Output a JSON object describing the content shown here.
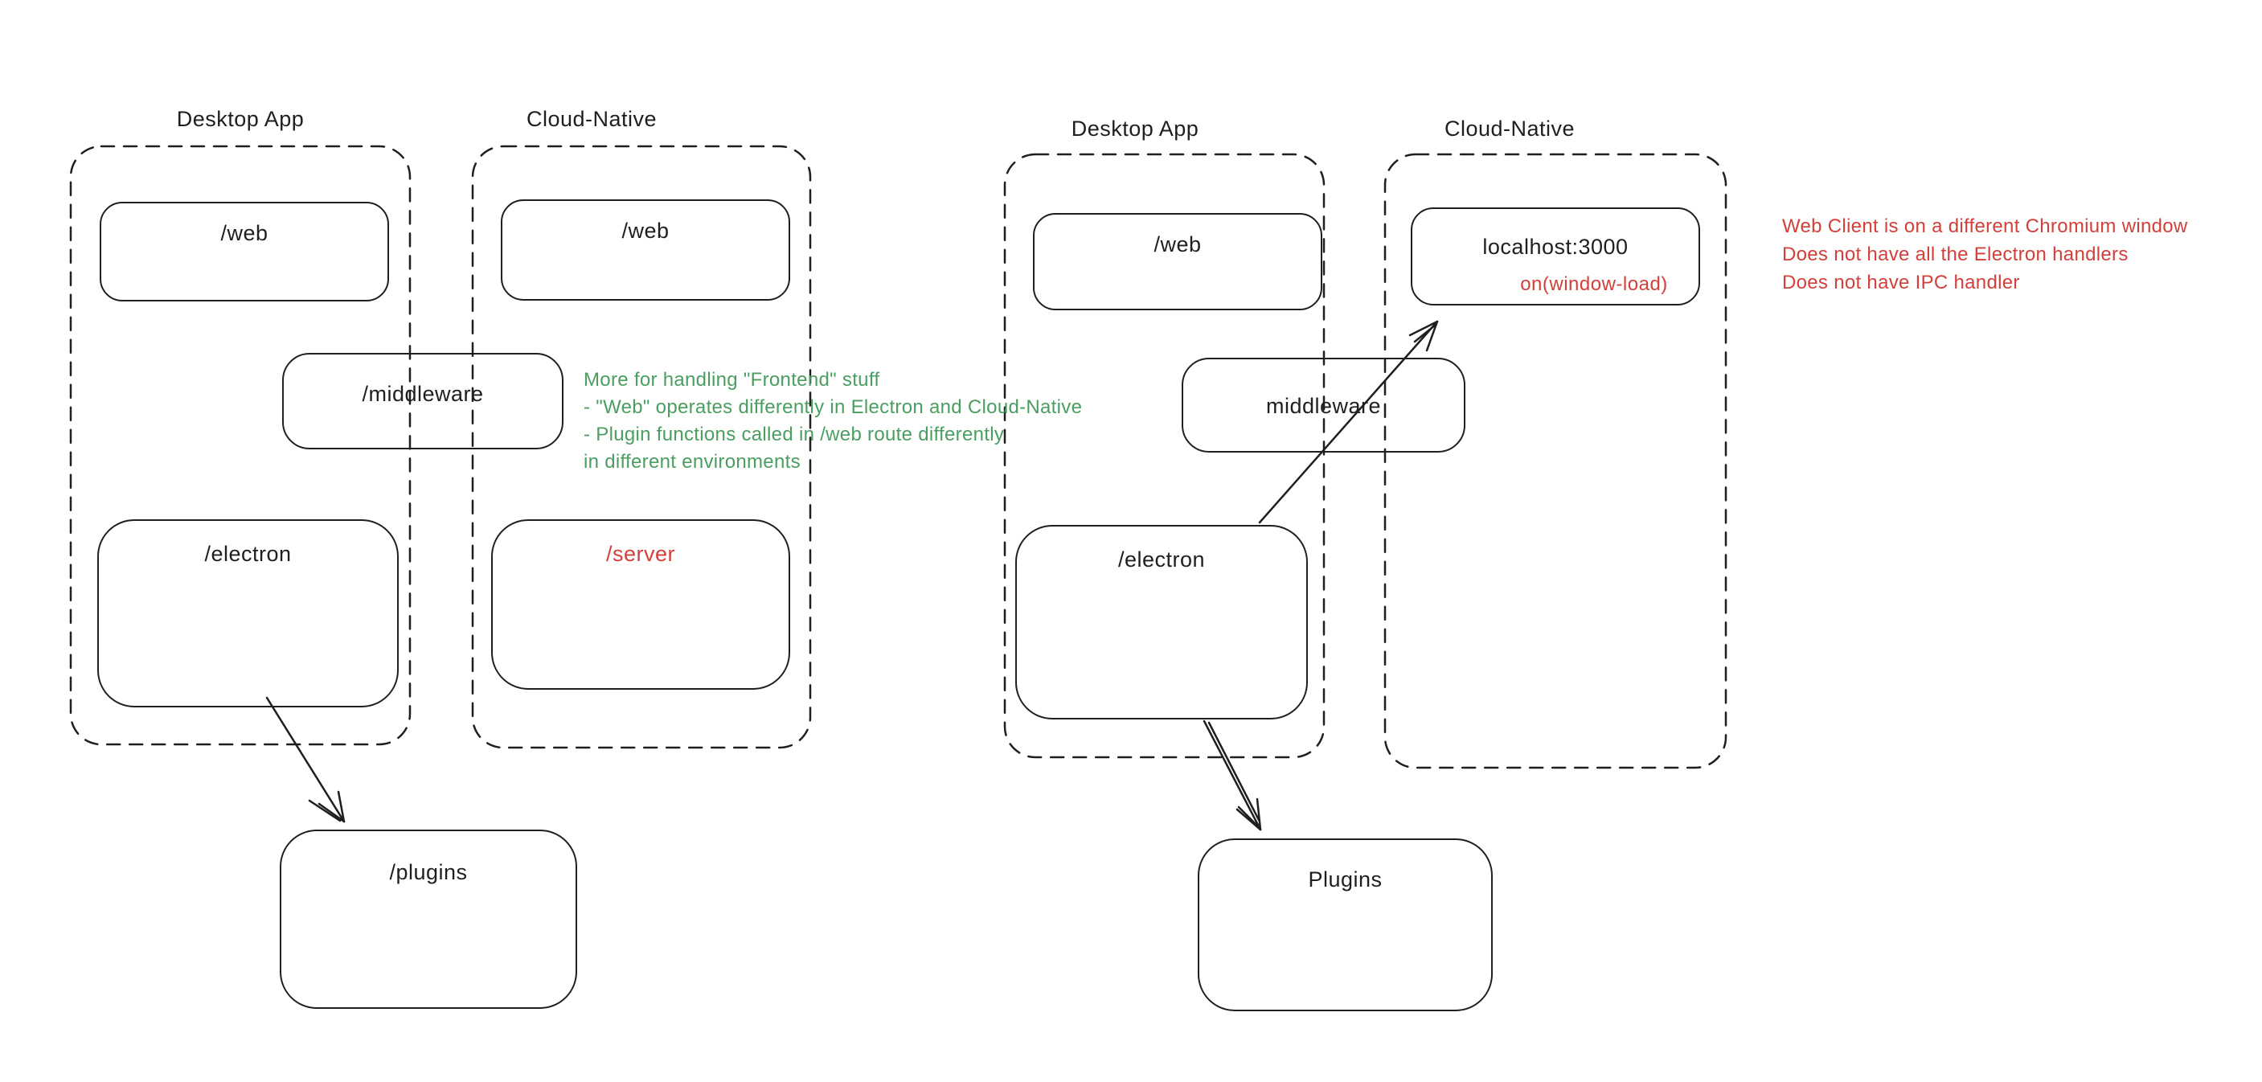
{
  "colors": {
    "ink": "#1f1f1f",
    "red": "#d33f3a",
    "green": "#4b9e60",
    "bg": "#ffffff"
  },
  "left": {
    "desktop_label": "Desktop App",
    "cloud_label": "Cloud-Native",
    "web_desktop": "/web",
    "web_cloud": "/web",
    "middleware": "/middleware",
    "electron": "/electron",
    "server": "/server",
    "plugins": "/plugins",
    "note": [
      "More for handling \"Frontend\" stuff",
      "- \"Web\" operates differently in Electron and Cloud-Native",
      "- Plugin functions called in /web route differently",
      "in different environments"
    ]
  },
  "right": {
    "desktop_label": "Desktop App",
    "cloud_label": "Cloud-Native",
    "web": "/web",
    "localhost_title": "localhost:3000",
    "localhost_sub": "on(window-load)",
    "middleware": "middleware",
    "electron": "/electron",
    "plugins": "Plugins",
    "note": [
      "Web Client is on a different Chromium window",
      "Does not have all the Electron handlers",
      "Does not have IPC handler"
    ]
  }
}
